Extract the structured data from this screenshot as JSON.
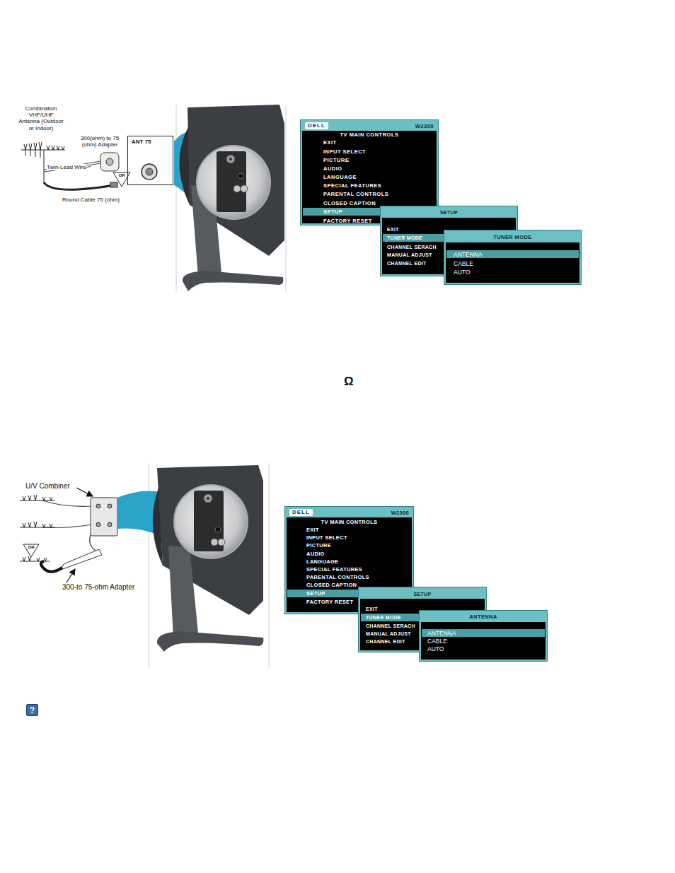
{
  "diagram": {
    "nodes": [
      {
        "text": [
          "ANT 75"
        ]
      },
      {
        "text": [
          "DELL",
          "W2300",
          "TV MAIN CONTROLS",
          "EXIT",
          "INPUT SELECT",
          "PICTURE",
          "AUDIO",
          "LANGUAGE",
          "SPECIAL FEATURES",
          "PARENTAL CONTROLS",
          "CLOSED CAPTION",
          "SETUP",
          "FACTORY RESET"
        ]
      },
      {
        "text": [
          "SETUP",
          "EXIT",
          "TUNER MODE",
          "CHANNEL SERACH",
          "MANUAL ADJUST",
          "CHANNEL EDIT"
        ]
      },
      {
        "text": [
          "TUNER MODE",
          "ANTENNA",
          "CABLE",
          "AUTO"
        ]
      },
      {
        "text": [
          "DELL",
          "W2300",
          "TV MAIN CONTROLS",
          "EXIT",
          "INPUT SELECT",
          "PICTURE",
          "AUDIO",
          "LANGUAGE",
          "SPECIAL FEATURES",
          "PARENTAL CONTROLS",
          "CLOSED CAPTION",
          "SETUP",
          "FACTORY RESET"
        ]
      },
      {
        "text": [
          "SETUP",
          "EXIT",
          "TUNER MODE",
          "CHANNEL SERACH",
          "MANUAL ADJUST",
          "CHANNEL EDIT"
        ]
      },
      {
        "text": [
          "ANTENNA",
          "ANTENNA",
          "CABLE",
          "AUTO"
        ]
      }
    ],
    "labels": [
      "Combination VHF/UHF Antenna (Outdoor or Indoor)",
      "300(ohm) to 75 (ohm) Adapter",
      "Twin-Lead Wire",
      "OR",
      "Round Cable 75 (ohm)",
      "Ω",
      "U/V Combiner",
      "OR",
      "300-to 75-ohm Adapter",
      "?"
    ]
  }
}
